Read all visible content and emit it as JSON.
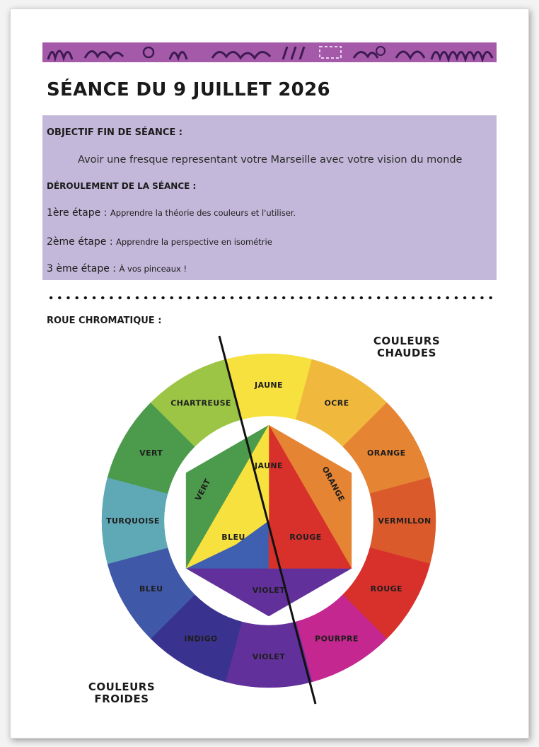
{
  "title": "SÉANCE DU 9 JUILLET 2026",
  "objective": {
    "heading": "OBJECTIF FIN DE SÉANCE :",
    "text": "Avoir une fresque representant votre Marseille avec votre vision du monde"
  },
  "deroulement": {
    "heading": "DÉROULEMENT DE LA SÉANCE :",
    "steps": [
      {
        "label": "1ère étape : ",
        "text": "Apprendre la théorie des couleurs et l'utiliser."
      },
      {
        "label": "2ème étape : ",
        "text": "Apprendre la perspective en isométrie"
      },
      {
        "label": "3 ème étape : ",
        "text": "À vos pinceaux !"
      }
    ]
  },
  "wheel_heading": "ROUE CHROMATIQUE :",
  "warm_label": [
    "COULEURS",
    "CHAUDES"
  ],
  "cold_label": [
    "COULEURS",
    "FROIDES"
  ],
  "outer_ring": [
    {
      "name": "JAUNE",
      "color": "#f6e13f"
    },
    {
      "name": "OCRE",
      "color": "#f0b93e"
    },
    {
      "name": "ORANGE",
      "color": "#e58432"
    },
    {
      "name": "VERMILLON",
      "color": "#db5a2c"
    },
    {
      "name": "ROUGE",
      "color": "#d8312c"
    },
    {
      "name": "POURPRE",
      "color": "#c4278f"
    },
    {
      "name": "VIOLET",
      "color": "#62309a"
    },
    {
      "name": "INDIGO",
      "color": "#39328f"
    },
    {
      "name": "BLEU",
      "color": "#3f58a7"
    },
    {
      "name": "TURQUOISE",
      "color": "#5fa8b5"
    },
    {
      "name": "VERT",
      "color": "#4c9a4c"
    },
    {
      "name": "CHARTREUSE",
      "color": "#9cc546"
    }
  ],
  "inner": {
    "primary": [
      {
        "name": "JAUNE",
        "color": "#f6e13f"
      },
      {
        "name": "BLEU",
        "color": "#3f5fb0"
      },
      {
        "name": "ROUGE",
        "color": "#d8312c"
      }
    ],
    "secondary": [
      {
        "name": "VERT",
        "color": "#4c9a4c"
      },
      {
        "name": "ORANGE",
        "color": "#e58432"
      },
      {
        "name": "VIOLET",
        "color": "#62309a"
      }
    ]
  },
  "colors": {
    "banner": "#9a4fa1",
    "box": "#c3b8d9"
  }
}
